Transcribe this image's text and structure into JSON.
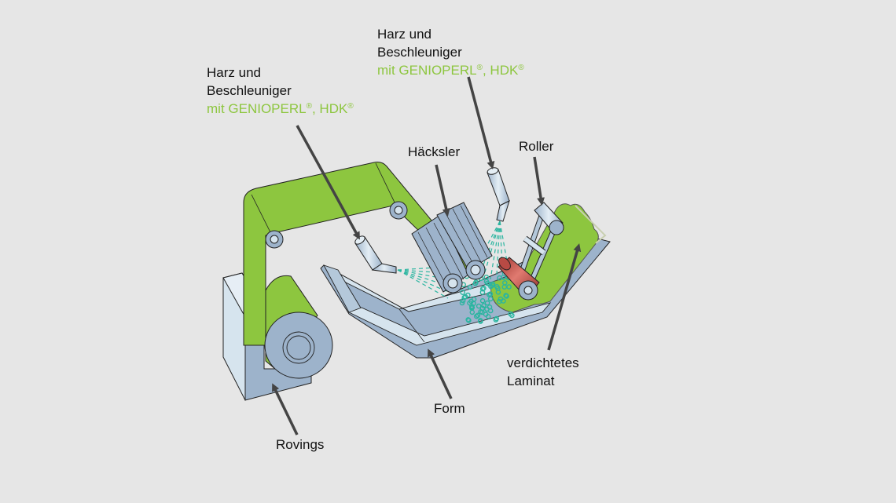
{
  "diagram": {
    "title": "Faserspritzen (Spray-up) Verfahren",
    "colors": {
      "background": "#e6e6e6",
      "belt_green": "#8dc63f",
      "metal_light": "#d6e4ee",
      "metal_mid": "#b4c8da",
      "metal_dark": "#9db3cb",
      "roller_red": "#c0504d",
      "spray_teal": "#2bb5a0",
      "arrow": "#444444",
      "text": "#111111",
      "text_accent": "#8dc63f"
    },
    "labels": {
      "resin_left": {
        "line1": "Harz und",
        "line2": "Beschleuniger",
        "line3": "mit GENIOPERL",
        "reg1": "®",
        "sep": ", HDK",
        "reg2": "®"
      },
      "resin_right": {
        "line1": "Harz und",
        "line2": "Beschleuniger",
        "line3": "mit GENIOPERL",
        "reg1": "®",
        "sep": ", HDK",
        "reg2": "®"
      },
      "chopper": "Häcksler",
      "roller": "Roller",
      "laminate_line1": "verdichtetes",
      "laminate_line2": "Laminat",
      "mold": "Form",
      "rovings": "Rovings"
    }
  }
}
